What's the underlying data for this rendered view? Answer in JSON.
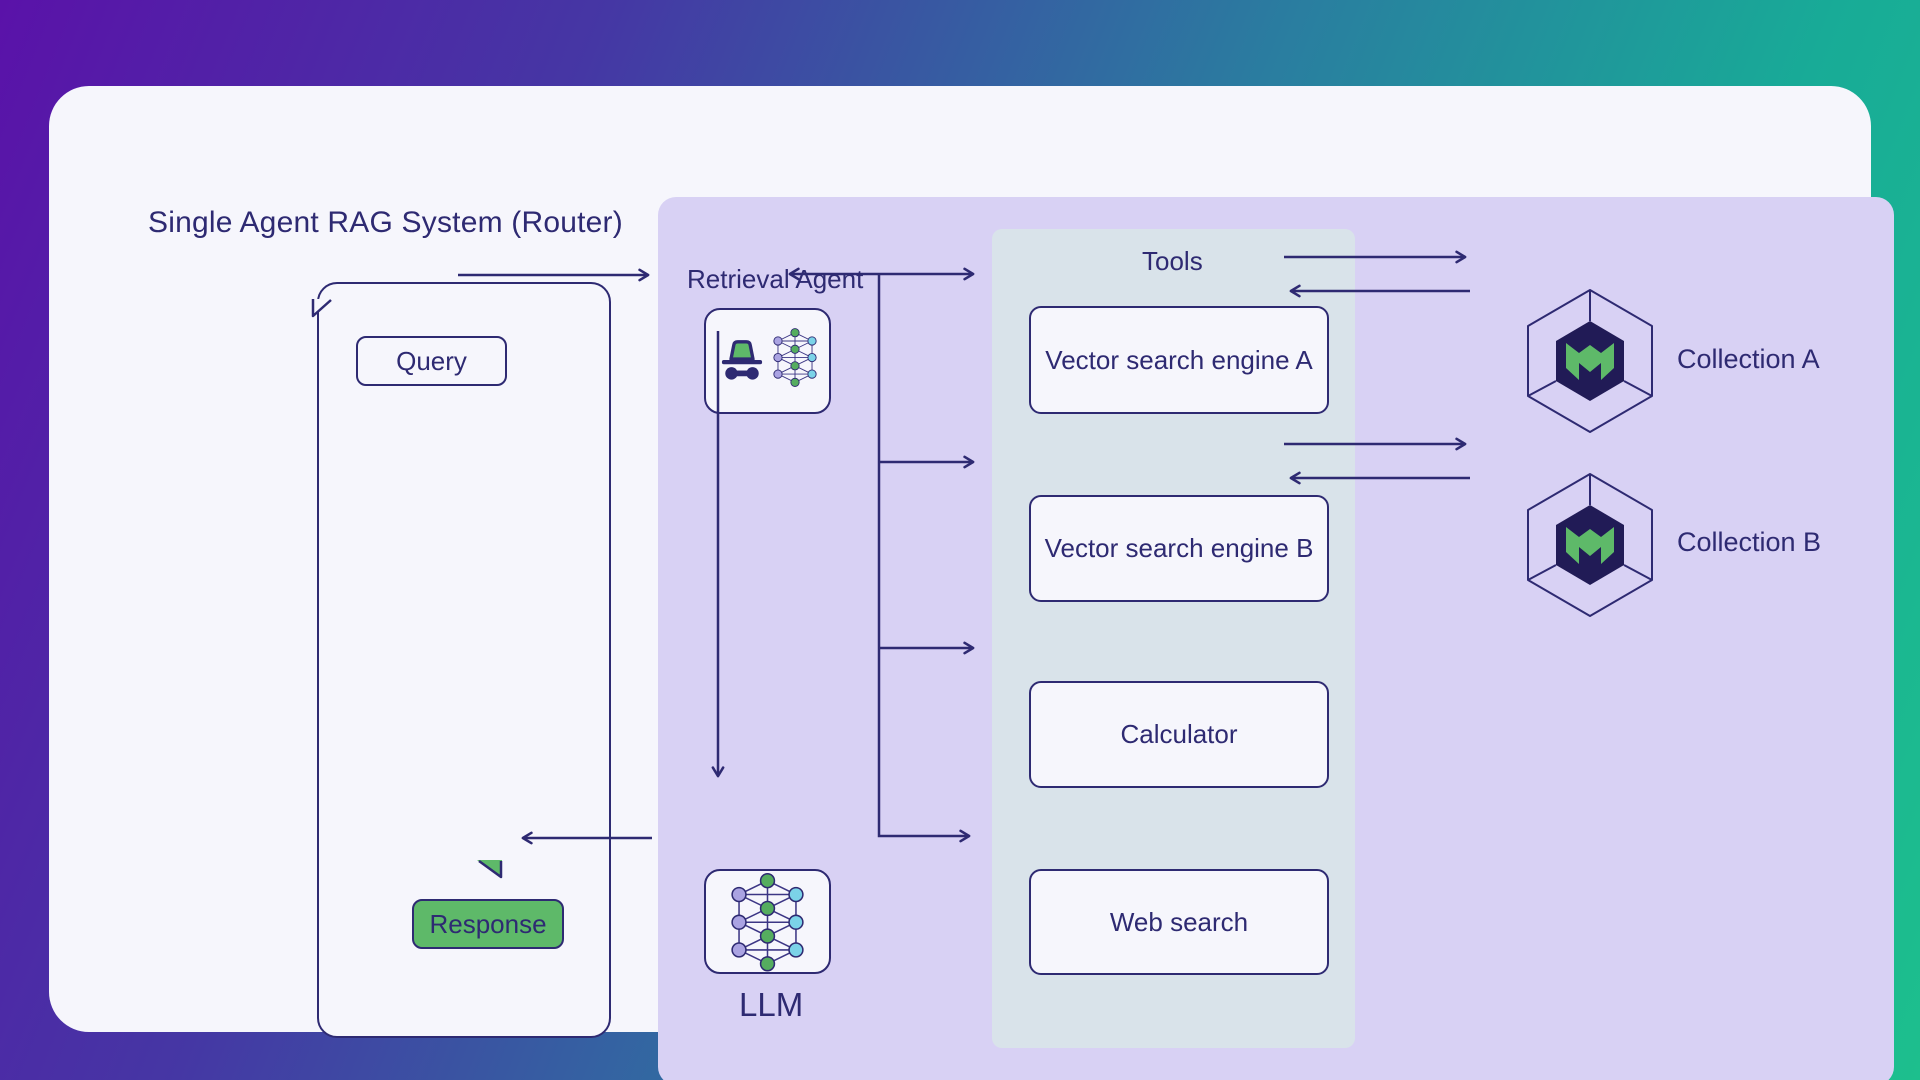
{
  "title": "Single Agent RAG System (Router)",
  "labels": {
    "retrieval_agent": "Retrieval Agent",
    "tools": "Tools",
    "llm": "LLM"
  },
  "bubbles": {
    "query": "Query",
    "response": "Response"
  },
  "tools": [
    {
      "label": "Vector search engine A"
    },
    {
      "label": "Vector search engine B"
    },
    {
      "label": "Calculator"
    },
    {
      "label": "Web search"
    }
  ],
  "collections": [
    {
      "label": "Collection A"
    },
    {
      "label": "Collection B"
    }
  ],
  "icons": {
    "agent": "incognito-agent-icon",
    "network": "neural-network-icon",
    "collection": "hexagon-cube-collection-icon"
  },
  "colors": {
    "navy": "#2e2a72",
    "card_bg": "#f6f6fc",
    "agent_panel_bg": "#d8d1f4",
    "tools_panel_bg": "#d9e3ea",
    "green": "#5eb969",
    "node_purple": "#aaa3e2",
    "node_green": "#55ad5f",
    "node_cyan": "#7bd3e8",
    "hex_navy": "#211b56",
    "gradient_start": "#5a12a9",
    "gradient_end": "#1dbf8d"
  }
}
